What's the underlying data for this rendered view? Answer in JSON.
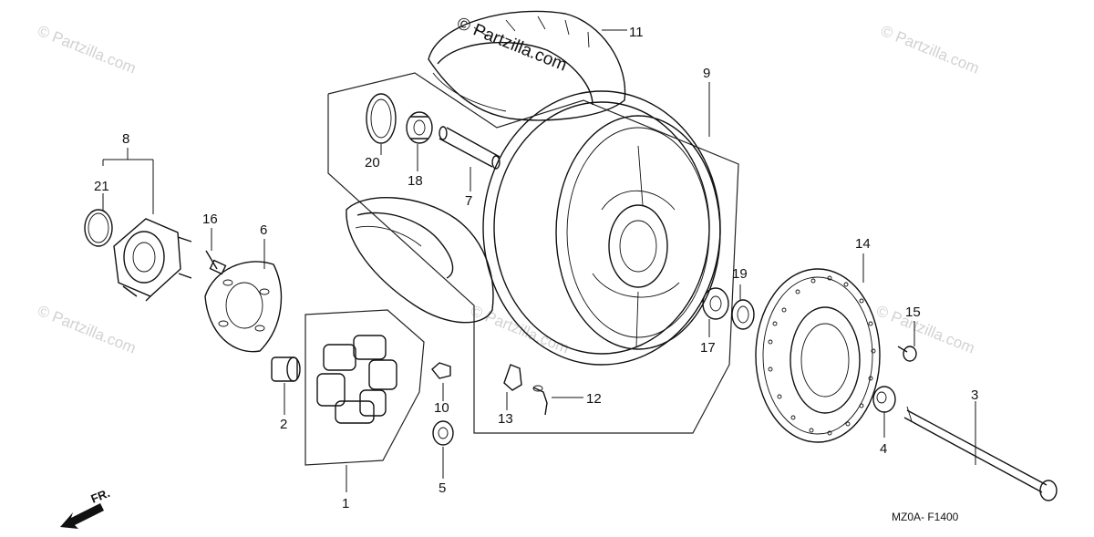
{
  "watermark": {
    "text": "© Partzilla.com",
    "copyright_text": "© Partzilla.com"
  },
  "diagram_code": "MZ0A- F1400",
  "direction_label": "FR.",
  "callouts": [
    {
      "id": "c1",
      "text": "1"
    },
    {
      "id": "c2",
      "text": "2"
    },
    {
      "id": "c3",
      "text": "3"
    },
    {
      "id": "c4",
      "text": "4"
    },
    {
      "id": "c5",
      "text": "5"
    },
    {
      "id": "c6",
      "text": "6"
    },
    {
      "id": "c7",
      "text": "7"
    },
    {
      "id": "c8",
      "text": "8"
    },
    {
      "id": "c9",
      "text": "9"
    },
    {
      "id": "c10",
      "text": "10"
    },
    {
      "id": "c11",
      "text": "11"
    },
    {
      "id": "c12",
      "text": "12"
    },
    {
      "id": "c13",
      "text": "13"
    },
    {
      "id": "c14",
      "text": "14"
    },
    {
      "id": "c15",
      "text": "15"
    },
    {
      "id": "c16",
      "text": "16"
    },
    {
      "id": "c17",
      "text": "17"
    },
    {
      "id": "c18",
      "text": "18"
    },
    {
      "id": "c19",
      "text": "19"
    },
    {
      "id": "c20",
      "text": "20"
    },
    {
      "id": "c21",
      "text": "21"
    }
  ]
}
